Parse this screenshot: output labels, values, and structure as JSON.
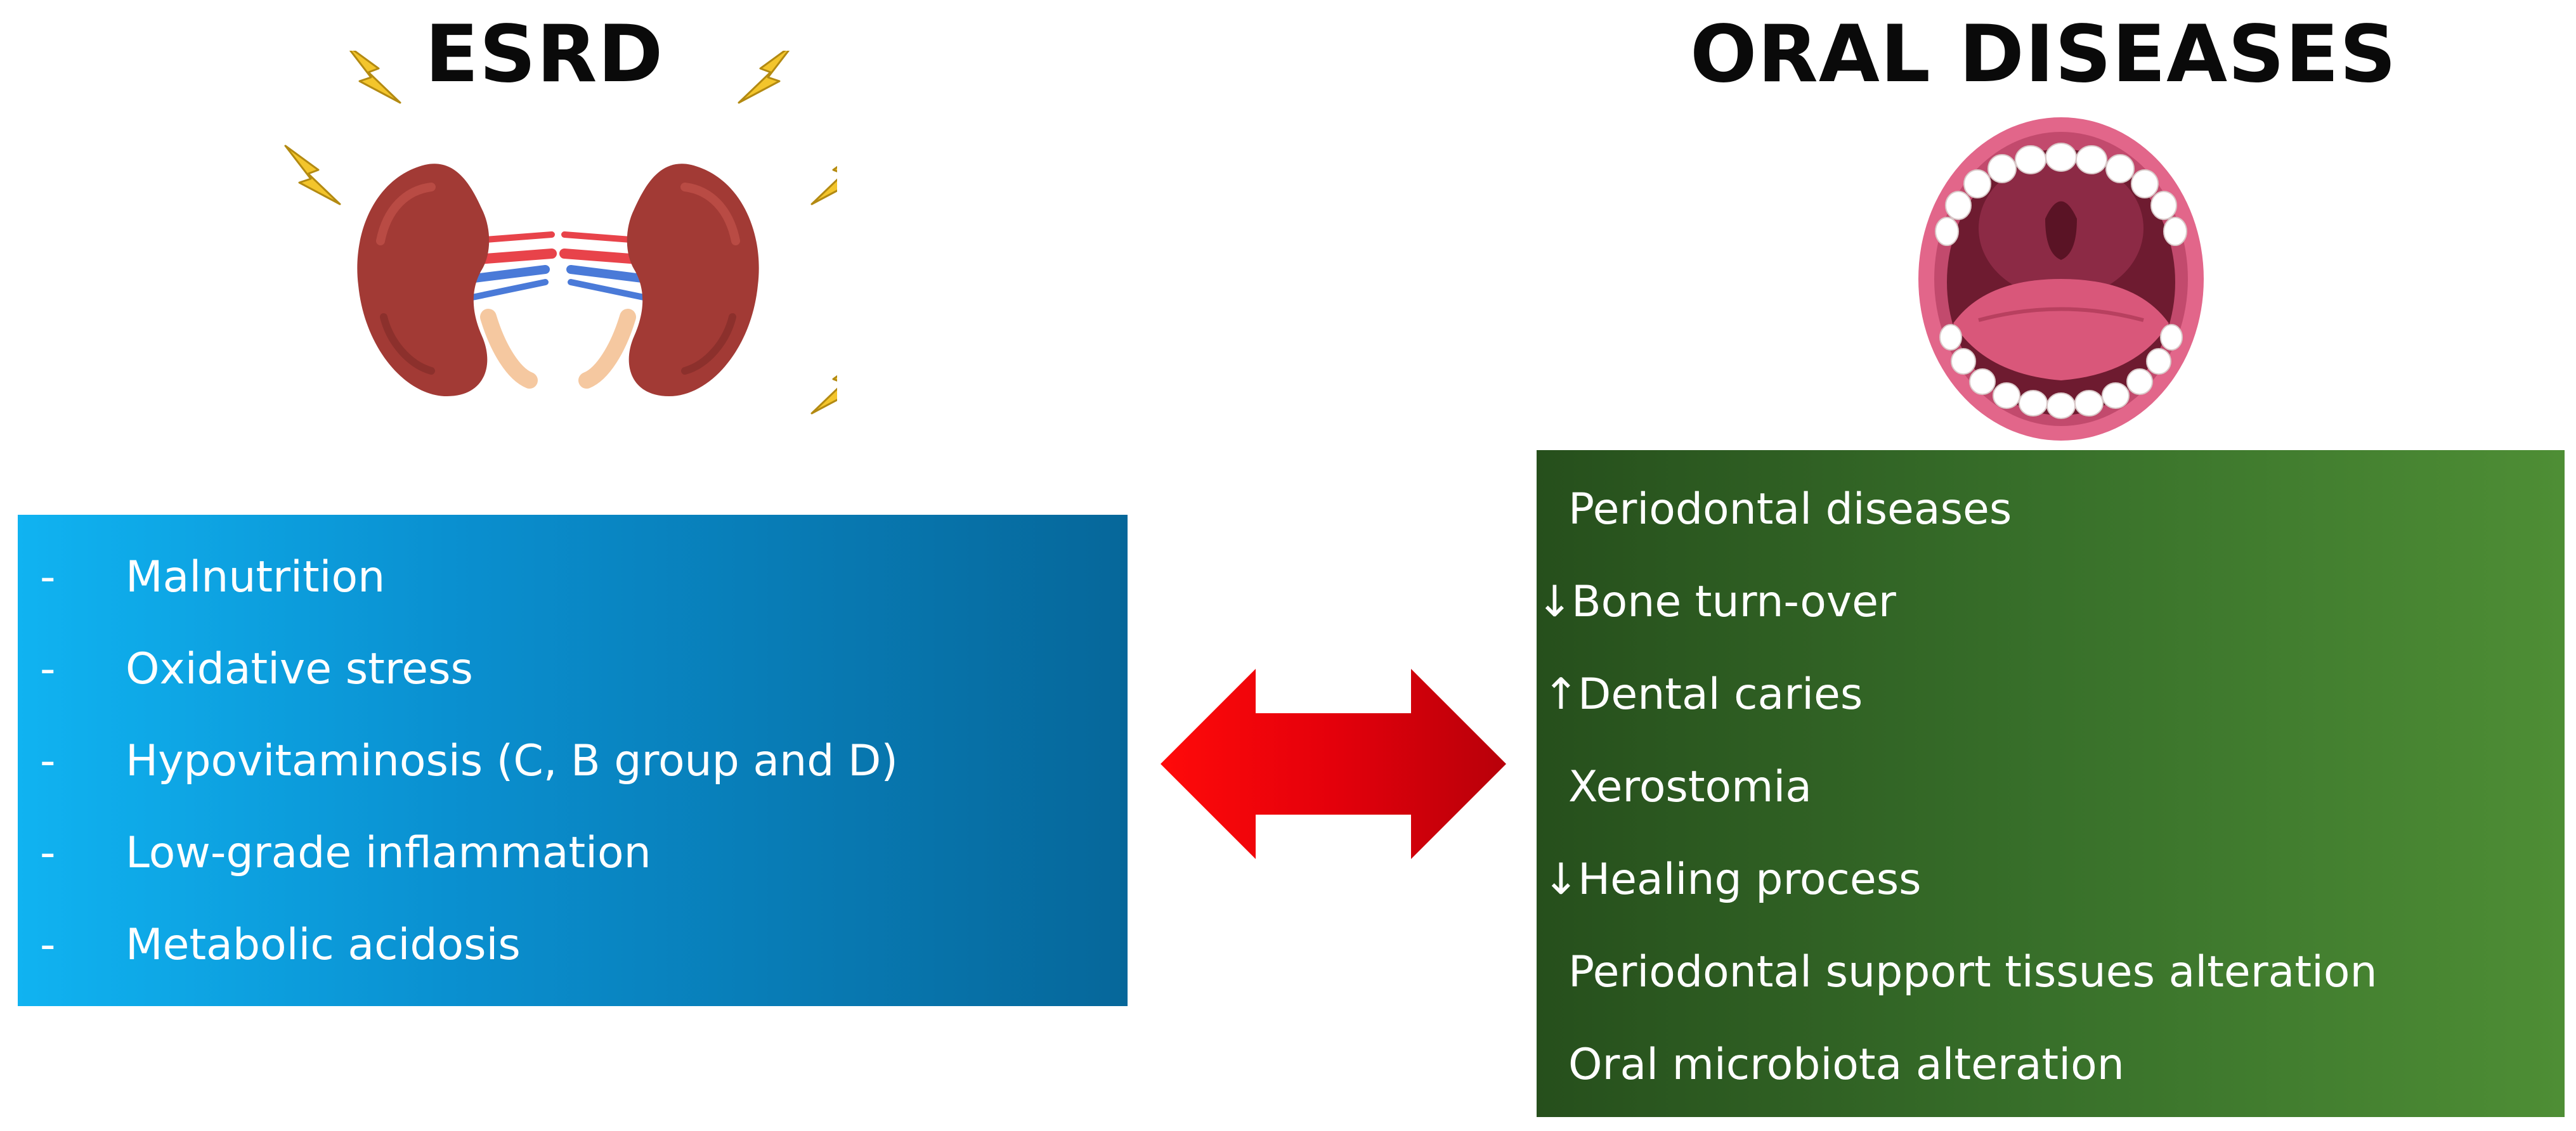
{
  "esrd": {
    "title": "ESRD",
    "items": [
      {
        "bullet": "-",
        "label": "Malnutrition"
      },
      {
        "bullet": "-",
        "label": "Oxidative stress"
      },
      {
        "bullet": "-",
        "label": "Hypovitaminosis (C, B group and D)"
      },
      {
        "bullet": "-",
        "label": "Low-grade inflammation"
      },
      {
        "bullet": "-",
        "label": "Metabolic acidosis"
      }
    ]
  },
  "oral": {
    "title": "ORAL DISEASES",
    "items": [
      {
        "symbol": "",
        "label": "Periodontal diseases"
      },
      {
        "symbol": "↓",
        "label": "Bone turn-over"
      },
      {
        "symbol": "↑",
        "label": "Dental caries"
      },
      {
        "symbol": "",
        "label": "Xerostomia"
      },
      {
        "symbol": "↓",
        "label": "Healing process"
      },
      {
        "symbol": "",
        "label": "Periodontal support tissues alteration"
      },
      {
        "symbol": "",
        "label": "Oral microbiota alteration"
      }
    ]
  },
  "colors": {
    "esrd_panel_start": "#10b3f1",
    "esrd_panel_end": "#06679a",
    "oral_panel_start": "#264f1c",
    "oral_panel_end": "#4e8e35",
    "arrow": "#e4000b",
    "kidney": "#a23a35",
    "lightning": "#f3c52c",
    "mouth_lips": "#e2668a"
  },
  "icons": [
    "kidneys-icon",
    "lightning-bolt-icon",
    "open-mouth-icon",
    "double-headed-arrow-icon"
  ]
}
